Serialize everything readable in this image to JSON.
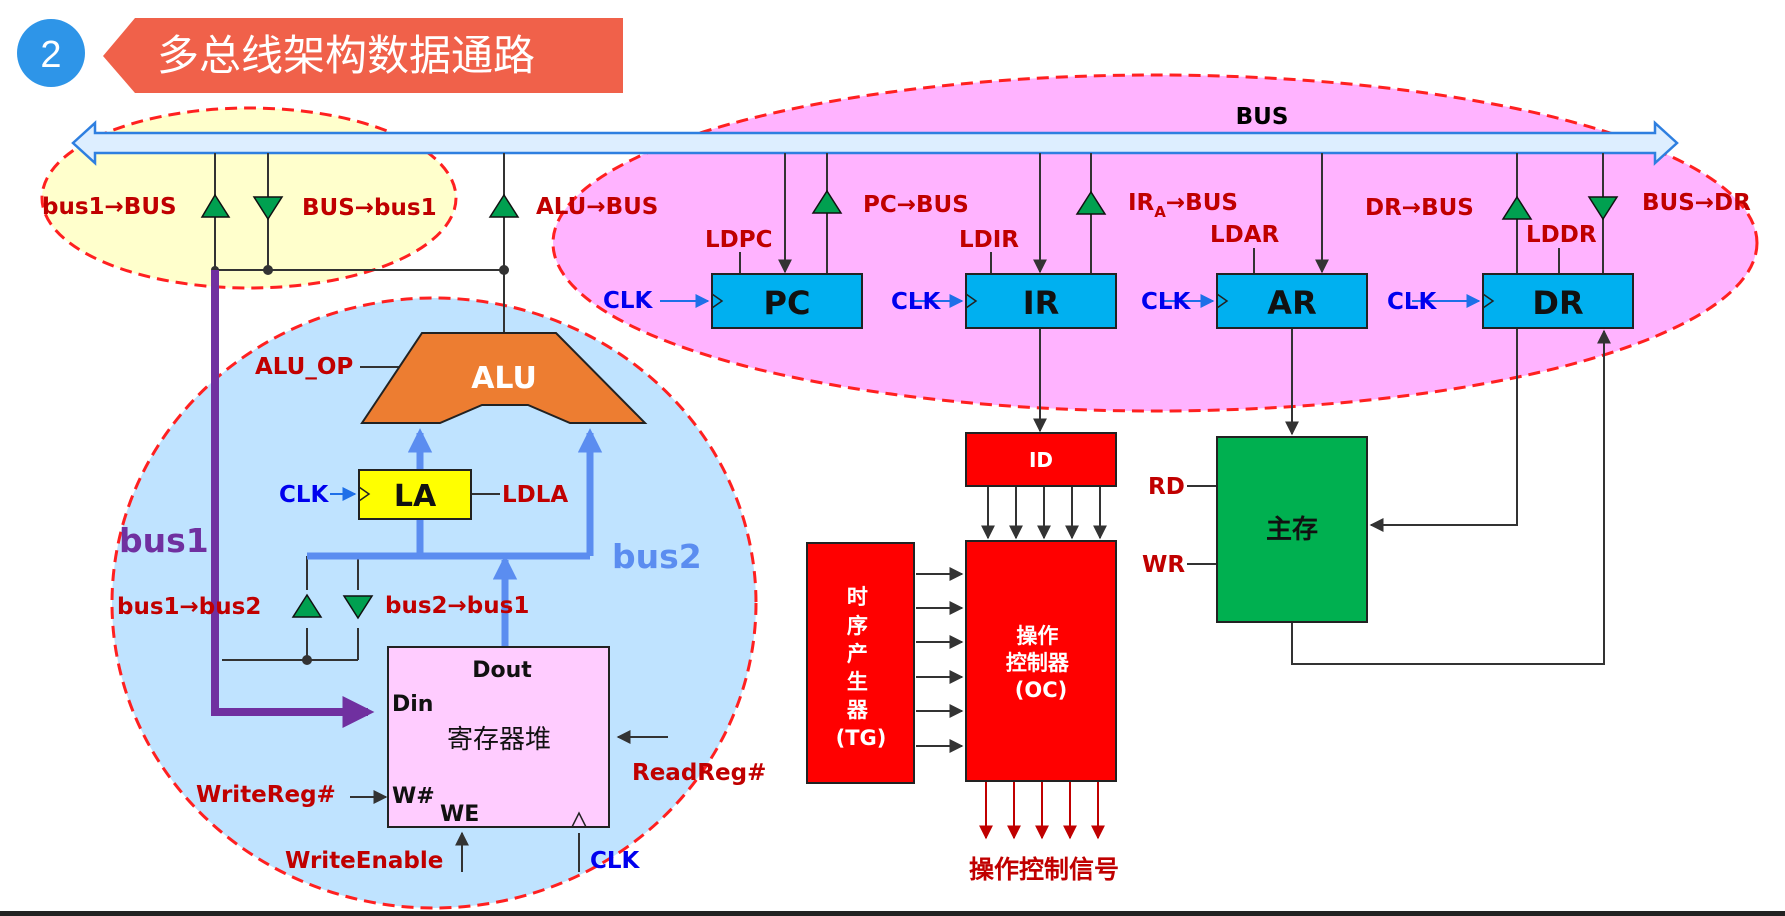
{
  "header": {
    "badge_number": "2",
    "title": "多总线架构数据通路"
  },
  "bus": {
    "label": "BUS"
  },
  "signals": {
    "bus1_to_bus": "bus1→BUS",
    "bus_to_bus1": "BUS→bus1",
    "alu_to_bus": "ALU→BUS",
    "pc_to_bus": "PC→BUS",
    "ira_to_bus_main": "IR",
    "ira_to_bus_sub": "A",
    "ira_to_bus_tail": "→BUS",
    "dr_to_bus": "DR→BUS",
    "bus_to_dr": "BUS→DR",
    "ldpc": "LDPC",
    "ldir": "LDIR",
    "ldar": "LDAR",
    "lddr": "LDDR",
    "alu_op": "ALU_OP",
    "ldla": "LDLA",
    "bus1_to_bus2": "bus1→bus2",
    "bus2_to_bus1": "bus2→bus1",
    "write_reg": "WriteReg#",
    "read_reg": "ReadReg#",
    "write_enable": "WriteEnable",
    "rd": "RD",
    "wr": "WR",
    "control_signals": "操作控制信号"
  },
  "clk": {
    "pc": "CLK",
    "ir": "CLK",
    "ar": "CLK",
    "dr": "CLK",
    "la": "CLK",
    "regfile": "CLK"
  },
  "buses": {
    "bus1": "bus1",
    "bus2": "bus2"
  },
  "components": {
    "pc": "PC",
    "ir": "IR",
    "ar": "AR",
    "dr": "DR",
    "alu": "ALU",
    "la": "LA",
    "id": "ID",
    "memory": "主存",
    "tg_lines": [
      "时",
      "序",
      "产",
      "生",
      "器",
      "(TG)"
    ],
    "oc_lines": [
      "操作",
      "控制器",
      "(OC)"
    ],
    "regfile": {
      "title": "寄存器堆",
      "dout": "Dout",
      "din": "Din",
      "w": "W#",
      "we": "WE"
    }
  },
  "colors": {
    "header_badge": "#2E95E8",
    "header_banner": "#F0614A",
    "register_fill": "#00B0F0",
    "alu_fill": "#ED7D31",
    "la_fill": "#FFFF00",
    "id_fill": "#FF0000",
    "memory_fill": "#00B050",
    "regfile_fill": "#FFCCFF",
    "bus_fill": "#DDEEFF",
    "bus_stroke": "#2E7FE0",
    "tri_fill": "#00A050",
    "bus1_color": "#7030A0",
    "bus2_color": "#5B8DF0",
    "signal_red": "#C00000",
    "clk_blue": "#0000EE"
  }
}
